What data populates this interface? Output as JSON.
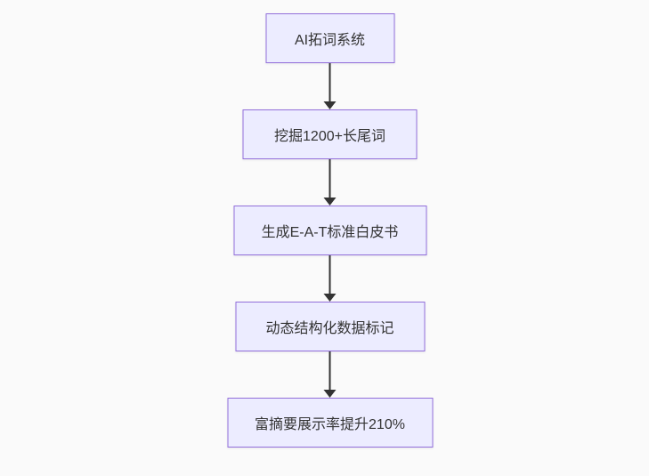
{
  "canvas": {
    "background_color": "#fafafa"
  },
  "flowchart": {
    "direction": "top-down",
    "node_fill_color": "#ECECFF",
    "node_border_color": "#9370DB",
    "arrow_color": "#333333",
    "text_color": "#333333",
    "nodes": [
      {
        "label": "AI拓词系统"
      },
      {
        "label": "挖掘1200+长尾词"
      },
      {
        "label": "生成E-A-T标准白皮书"
      },
      {
        "label": "动态结构化数据标记"
      },
      {
        "label": "富摘要展示率提升210%"
      }
    ]
  }
}
